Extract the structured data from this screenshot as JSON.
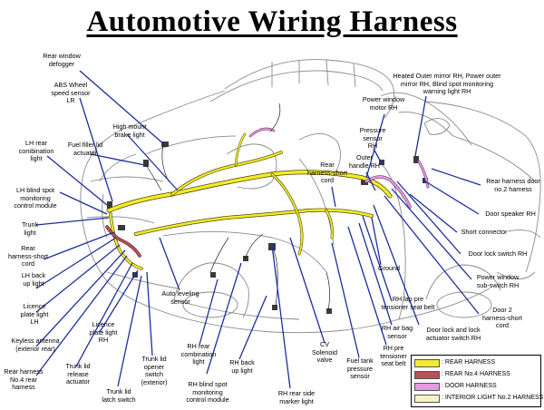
{
  "title": "Automotive Wiring Harness",
  "labels": {
    "rear_window_defogger": "Rear window\ndefogger",
    "abs_sensor": "ABS Wheel\nspeed sensor\nLR",
    "high_mount_brake": "High mount\nbrake light",
    "fuel_filler": "Fuel filler lid\nactuator",
    "lh_rear_combination": "LH rear\ncombination\nlight",
    "lh_blind_spot": "LH blind spot\nmonitoring\ncontrol module",
    "trunk_light": "Trunk\nlight",
    "rear_harness_short": "Rear\nharness-short\ncord",
    "lh_back_up": "LH back\nup light",
    "licence_plate_lh": "Licence\nplate light\nLH",
    "keyless_antenna": "Keyless antenna\n(exterior rear)",
    "rear_harness_no4": "Rear harness\nNo.4 rear\nharness",
    "trunk_lid_release": "Trunk lid\nrelease\nactuator",
    "licence_plate_rh": "Licence\nplate light\nRH",
    "trunk_lid_latch": "Trunk lid\nlatch switch",
    "trunk_lid_opener": "Trunk lid\nopener\nswitch\n(exterior)",
    "auto_leveling": "Auto leveling\nsensor",
    "rh_rear_combination": "RH rear\ncombination\nlight",
    "rh_blind_spot": "RH blind spot\nmonitoring\ncontrol module",
    "rh_back_up": "RH back\nup light",
    "rh_rear_side_marker": "RH rear side\nmarker light",
    "cv_solenoid": "CV\nSolenoid\nvalve",
    "fuel_tank_pressure": "Fuel tank\npressure\nsensor",
    "rh_pre_tensioner": "RH pre\ntensioner\nseat belt",
    "rh_air_bag": "RH air bag\nsensor",
    "rh_lap_pre": "RH lap pre\ntensioner seat belt",
    "ground": "Ground",
    "rear_harness_short_cord": "Rear\nharness-short\ncord",
    "outer_handle": "Outer\nhandle RH",
    "pressure_sensor": "Pressure\nsensor\nRH",
    "power_window_motor": "Power window\nmotor RH",
    "heated_outer_mirror": "Heated Outer mirror RH, Power outer\nmirror RH, Blind spot monitoring\nwarning light RH",
    "rear_harness_door": "Rear harness door\nno.2 harness",
    "door_speaker": "Door speaker RH",
    "short_connector": "Short connector",
    "door_lock_switch": "Door lock switch RH",
    "power_window_sub": "Power window\nsub-switch RH",
    "door2_harness": "Door 2\nharness-short\ncord",
    "door_lock_actuator": "Door lock and lock\nactuator switch RH"
  },
  "legend": [
    {
      "label": ": REAR HARNESS",
      "color": "#f5ea2a"
    },
    {
      "label": ": REAR No.4 HARNESS",
      "color": "#b5525a"
    },
    {
      "label": ": DOOR HARNESS",
      "color": "#e49be0"
    },
    {
      "label": ": INTERIOR LIGHT No.2 HARNESS",
      "color": "#f7f2c4"
    }
  ],
  "colors": {
    "leader": "#1c2f9c",
    "rear_harness": "#f5ea2a",
    "rear_no4": "#b5525a",
    "door_harness": "#e49be0",
    "car_outline": "#6a6a6a"
  }
}
